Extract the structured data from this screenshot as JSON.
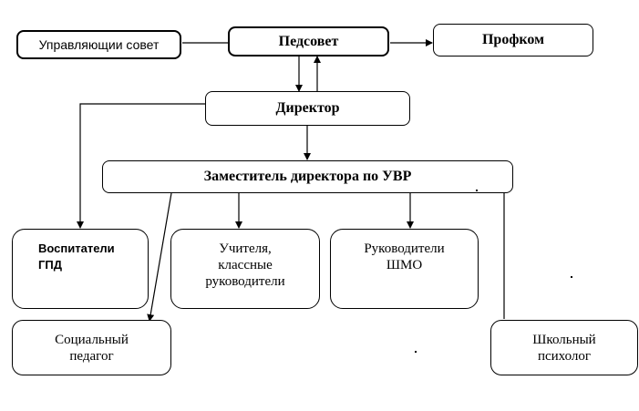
{
  "nodes": {
    "board": "Управляющии совет",
    "pedsovet": "Педсовет",
    "profkom": "Профком",
    "director": "Директор",
    "deputy": "Заместитель директора по УВР",
    "educators": "Воспитатели\nГПД",
    "teachers": "Учителя,\nклассные\nруководители",
    "shmo": "Руководители\nШМО",
    "social": "Социальный\nпедагог",
    "psychologist": "Школьный\nпсихолог"
  }
}
